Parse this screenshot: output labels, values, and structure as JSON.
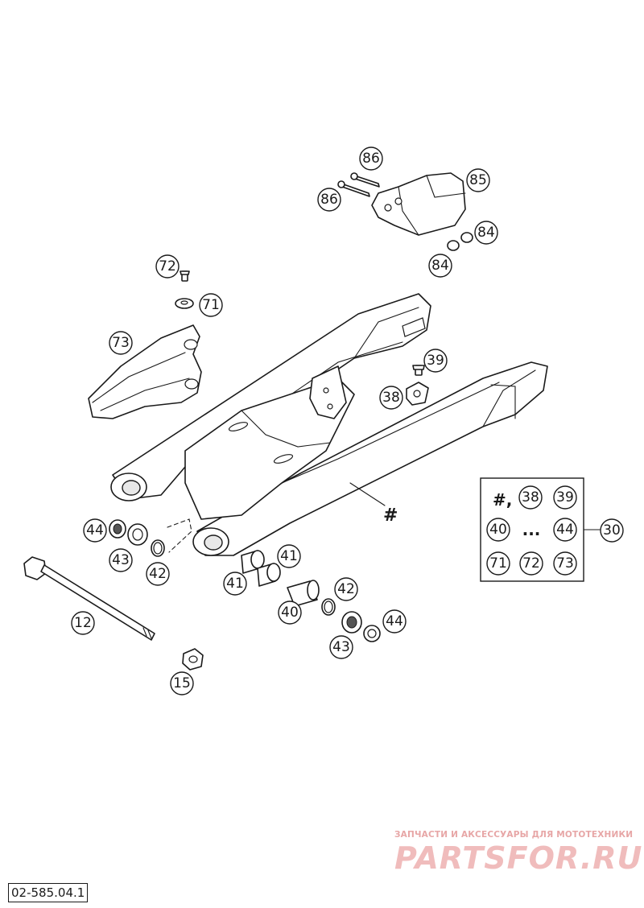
{
  "diagram_id": "02-585.04.1",
  "main_part_marker": "#",
  "callouts": [
    {
      "id": "c86a",
      "label": "86"
    },
    {
      "id": "c86b",
      "label": "86"
    },
    {
      "id": "c85",
      "label": "85"
    },
    {
      "id": "c84a",
      "label": "84"
    },
    {
      "id": "c84b",
      "label": "84"
    },
    {
      "id": "c72",
      "label": "72"
    },
    {
      "id": "c71",
      "label": "71"
    },
    {
      "id": "c73",
      "label": "73"
    },
    {
      "id": "c39",
      "label": "39"
    },
    {
      "id": "c38",
      "label": "38"
    },
    {
      "id": "c44a",
      "label": "44"
    },
    {
      "id": "c43a",
      "label": "43"
    },
    {
      "id": "c42a",
      "label": "42"
    },
    {
      "id": "c41a",
      "label": "41"
    },
    {
      "id": "c41b",
      "label": "41"
    },
    {
      "id": "c42b",
      "label": "42"
    },
    {
      "id": "c40",
      "label": "40"
    },
    {
      "id": "c44b",
      "label": "44"
    },
    {
      "id": "c43b",
      "label": "43"
    },
    {
      "id": "c12",
      "label": "12"
    },
    {
      "id": "c15",
      "label": "15"
    },
    {
      "id": "c30",
      "label": "30"
    }
  ],
  "kit": {
    "row1_text": "#,",
    "row1": [
      "38",
      "39"
    ],
    "row2_start": "40",
    "row2_ellipsis": "...",
    "row2_end": "44",
    "row3": [
      "71",
      "72",
      "73"
    ]
  },
  "watermark": {
    "tagline": "ЗАПЧАСТИ И АКСЕССУАРЫ ДЛЯ МОТОТЕХНИКИ",
    "logo": "PARTSFOR.RU"
  }
}
